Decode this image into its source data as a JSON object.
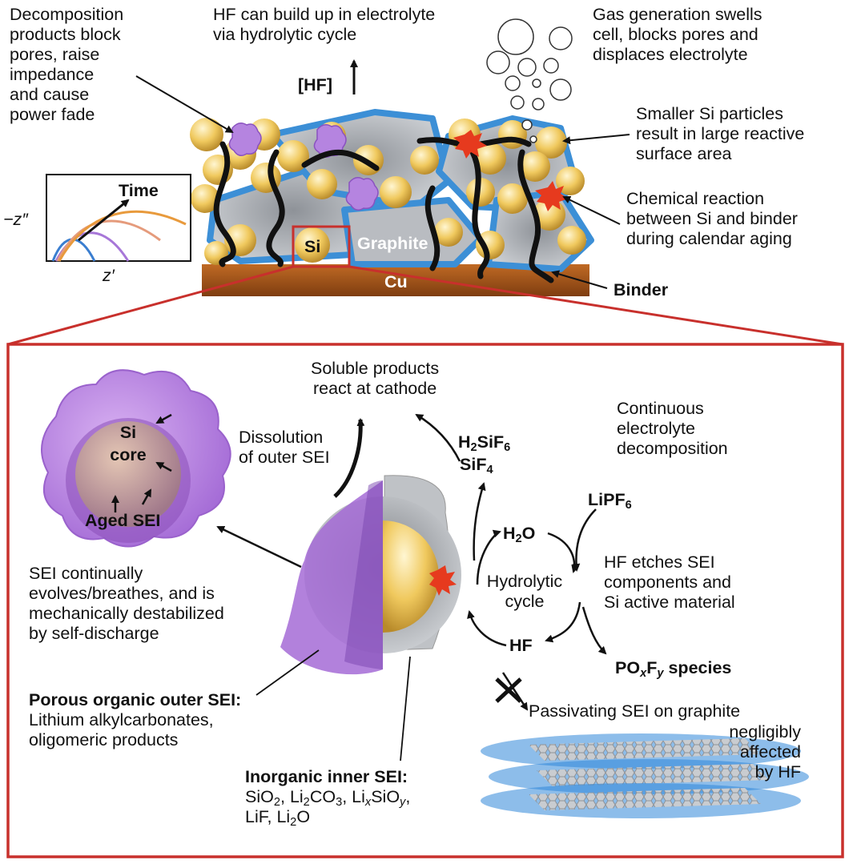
{
  "top": {
    "decomposition_note": [
      "Decomposition",
      "products block",
      "pores, raise",
      "impedance",
      "and cause",
      "power fade"
    ],
    "hf_buildup_note": [
      "HF can build up in electrolyte",
      "via hydrolytic cycle"
    ],
    "hf_concentration": "[HF]",
    "gas_note": [
      "Gas generation swells",
      "cell, blocks pores and",
      "displaces electrolyte"
    ],
    "si_particles_note": [
      "Smaller Si particles",
      "result in large reactive",
      "surface area"
    ],
    "reaction_note": [
      "Chemical reaction",
      "between Si and binder",
      "during calendar aging"
    ],
    "binder_label": "Binder",
    "si_label": "Si",
    "graphite_label": "Graphite",
    "cu_label": "Cu",
    "impedance_inset": {
      "time_label": "Time",
      "y_label": "−z″",
      "x_label": "z′"
    }
  },
  "zoom": {
    "soluble_note": [
      "Soluble products",
      "react at cathode"
    ],
    "dissolution_note": [
      "Dissolution",
      "of outer SEI"
    ],
    "h2sif6": {
      "main": "H",
      "s1": "2",
      "mid": "SiF",
      "s2": "6"
    },
    "sif4": {
      "main": "SiF",
      "s1": "4"
    },
    "continuous_note": [
      "Continuous",
      "electrolyte",
      "decomposition"
    ],
    "lipf6": {
      "main": "LiPF",
      "s1": "6"
    },
    "h2o": {
      "a": "H",
      "s1": "2",
      "b": "O"
    },
    "hydrolytic": [
      "Hydrolytic",
      "cycle"
    ],
    "hf": "HF",
    "hf_etch_note": [
      "HF etches SEI",
      "components and",
      "Si active material"
    ],
    "poxfy": {
      "a": "PO",
      "x": "x",
      "b": "F",
      "y": "y",
      "c": " species"
    },
    "passivating_note": [
      "Passivating SEI on graphite",
      "negligibly",
      "affected",
      "by HF"
    ],
    "aged_particle": {
      "core_line1": "Si",
      "core_line2": "core",
      "aged_label": "Aged SEI"
    },
    "sei_evolves_note": [
      "SEI continually",
      "evolves/breathes, and is",
      "mechanically destabilized",
      "by self-discharge"
    ],
    "outer_sei": {
      "title": "Porous organic outer SEI:",
      "lines": [
        "Lithium alkylcarbonates,",
        "oligomeric products"
      ]
    },
    "inner_sei": {
      "title": "Inorganic inner SEI:",
      "sio2": "SiO",
      "sio2_s": "2",
      "li2co3_a": "Li",
      "li2co3_s": "2",
      "li2co3_b": "CO",
      "li2co3_s2": "3",
      "lixsioy_a": "Li",
      "lixsioy_x": "x",
      "lixsioy_b": "SiO",
      "lixsioy_y": "y",
      "lif": "LiF",
      "li2o_a": "Li",
      "li2o_s": "2",
      "li2o_b": "O"
    }
  },
  "colors": {
    "red_border": "#c8302c",
    "si_particle": "#f0c95e",
    "graphite_gray": "#9ea2a8",
    "graphite_glow": "#3c8fd6",
    "cu_brown": "#a3561a",
    "sei_purple": "#c08ae8",
    "reaction_red": "#e63a1e"
  }
}
